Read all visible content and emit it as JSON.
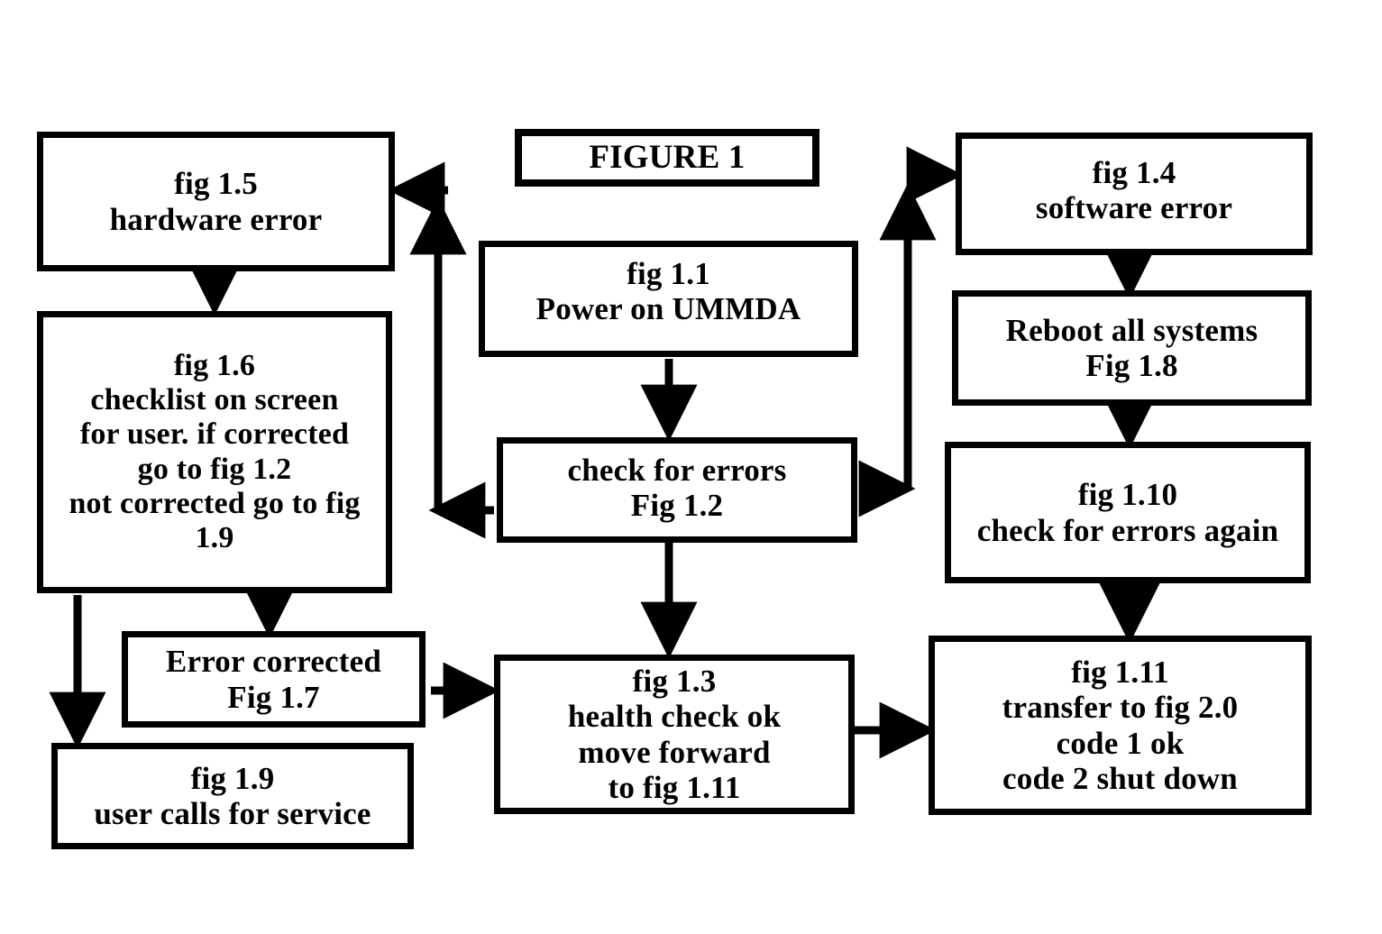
{
  "figure": {
    "title": "FIGURE 1"
  },
  "nodes": {
    "fig_1_1": "fig 1.1\nPower on UMMDA",
    "fig_1_2": "check for errors\nFig 1.2",
    "fig_1_3": "fig 1.3\nhealth check ok\nmove forward\nto fig 1.11",
    "fig_1_4": "fig 1.4\nsoftware error",
    "fig_1_5": "fig 1.5\nhardware error",
    "fig_1_6": "fig 1.6\nchecklist on screen\nfor user. if corrected\ngo to fig 1.2\nnot corrected go to fig\n1.9",
    "fig_1_7": "Error corrected\nFig 1.7",
    "fig_1_8": "Reboot all systems\nFig 1.8",
    "fig_1_9": "fig 1.9\nuser calls for service",
    "fig_1_10": "fig 1.10\ncheck for errors again",
    "fig_1_11": "fig 1.11\ntransfer to fig 2.0\ncode 1 ok\ncode 2 shut down"
  },
  "colors": {
    "stroke": "#000000",
    "background": "#ffffff",
    "text": "#000000"
  }
}
